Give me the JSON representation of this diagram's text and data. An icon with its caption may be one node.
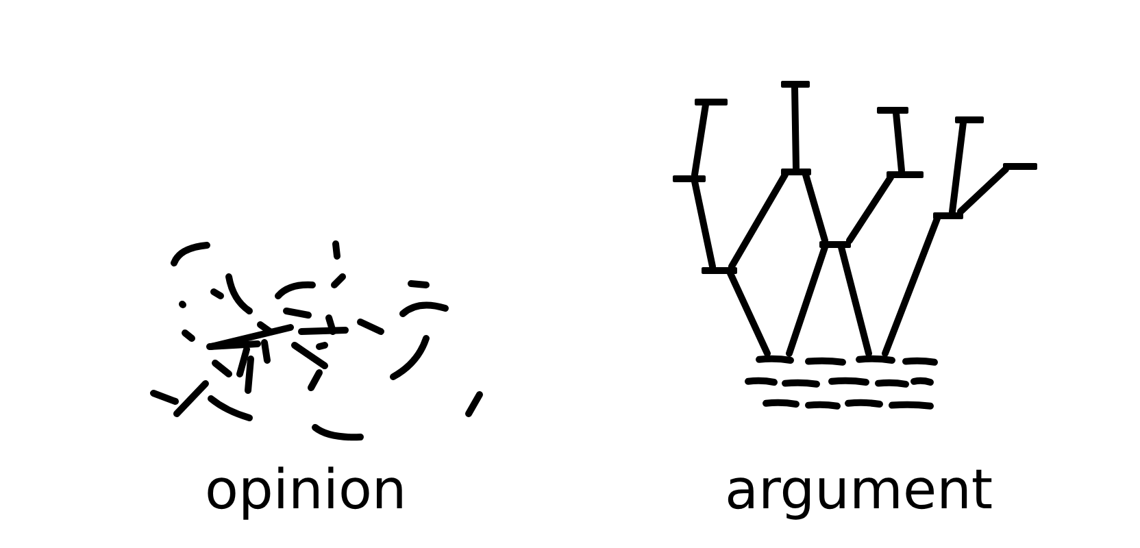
{
  "diagram": {
    "nodes": [
      {
        "text": [],
        "shape": "bar"
      },
      {
        "text": [],
        "shape": "bar"
      },
      {
        "text": [],
        "shape": "bar"
      },
      {
        "text": [],
        "shape": "bar"
      },
      {
        "text": [],
        "shape": "bar"
      },
      {
        "text": [],
        "shape": "bar"
      },
      {
        "text": [],
        "shape": "bar"
      },
      {
        "text": [],
        "shape": "bar"
      },
      {
        "text": [],
        "shape": "bar"
      },
      {
        "text": [],
        "shape": "bar"
      },
      {
        "text": [],
        "shape": "bar"
      },
      {
        "text": [],
        "shape": "picture"
      }
    ],
    "edges": [
      {
        "from": 0,
        "to": 4,
        "arrow": "none"
      },
      {
        "from": 1,
        "to": 5,
        "arrow": "none"
      },
      {
        "from": 2,
        "to": 6,
        "arrow": "none"
      },
      {
        "from": 3,
        "to": 8,
        "arrow": "none"
      },
      {
        "from": 7,
        "to": 8,
        "arrow": "none"
      },
      {
        "from": 4,
        "to": 9,
        "arrow": "none"
      },
      {
        "from": 5,
        "to": 9,
        "arrow": "none"
      },
      {
        "from": 5,
        "to": 10,
        "arrow": "none"
      },
      {
        "from": 6,
        "to": 10,
        "arrow": "none"
      },
      {
        "from": 9,
        "to": 11,
        "arrow": "none"
      },
      {
        "from": 10,
        "to": 11,
        "arrow": "none"
      },
      {
        "from": 10,
        "to": 11,
        "arrow": "none"
      },
      {
        "from": 8,
        "to": 11,
        "arrow": "none"
      }
    ],
    "labels": [
      "opinion",
      "argument"
    ]
  }
}
